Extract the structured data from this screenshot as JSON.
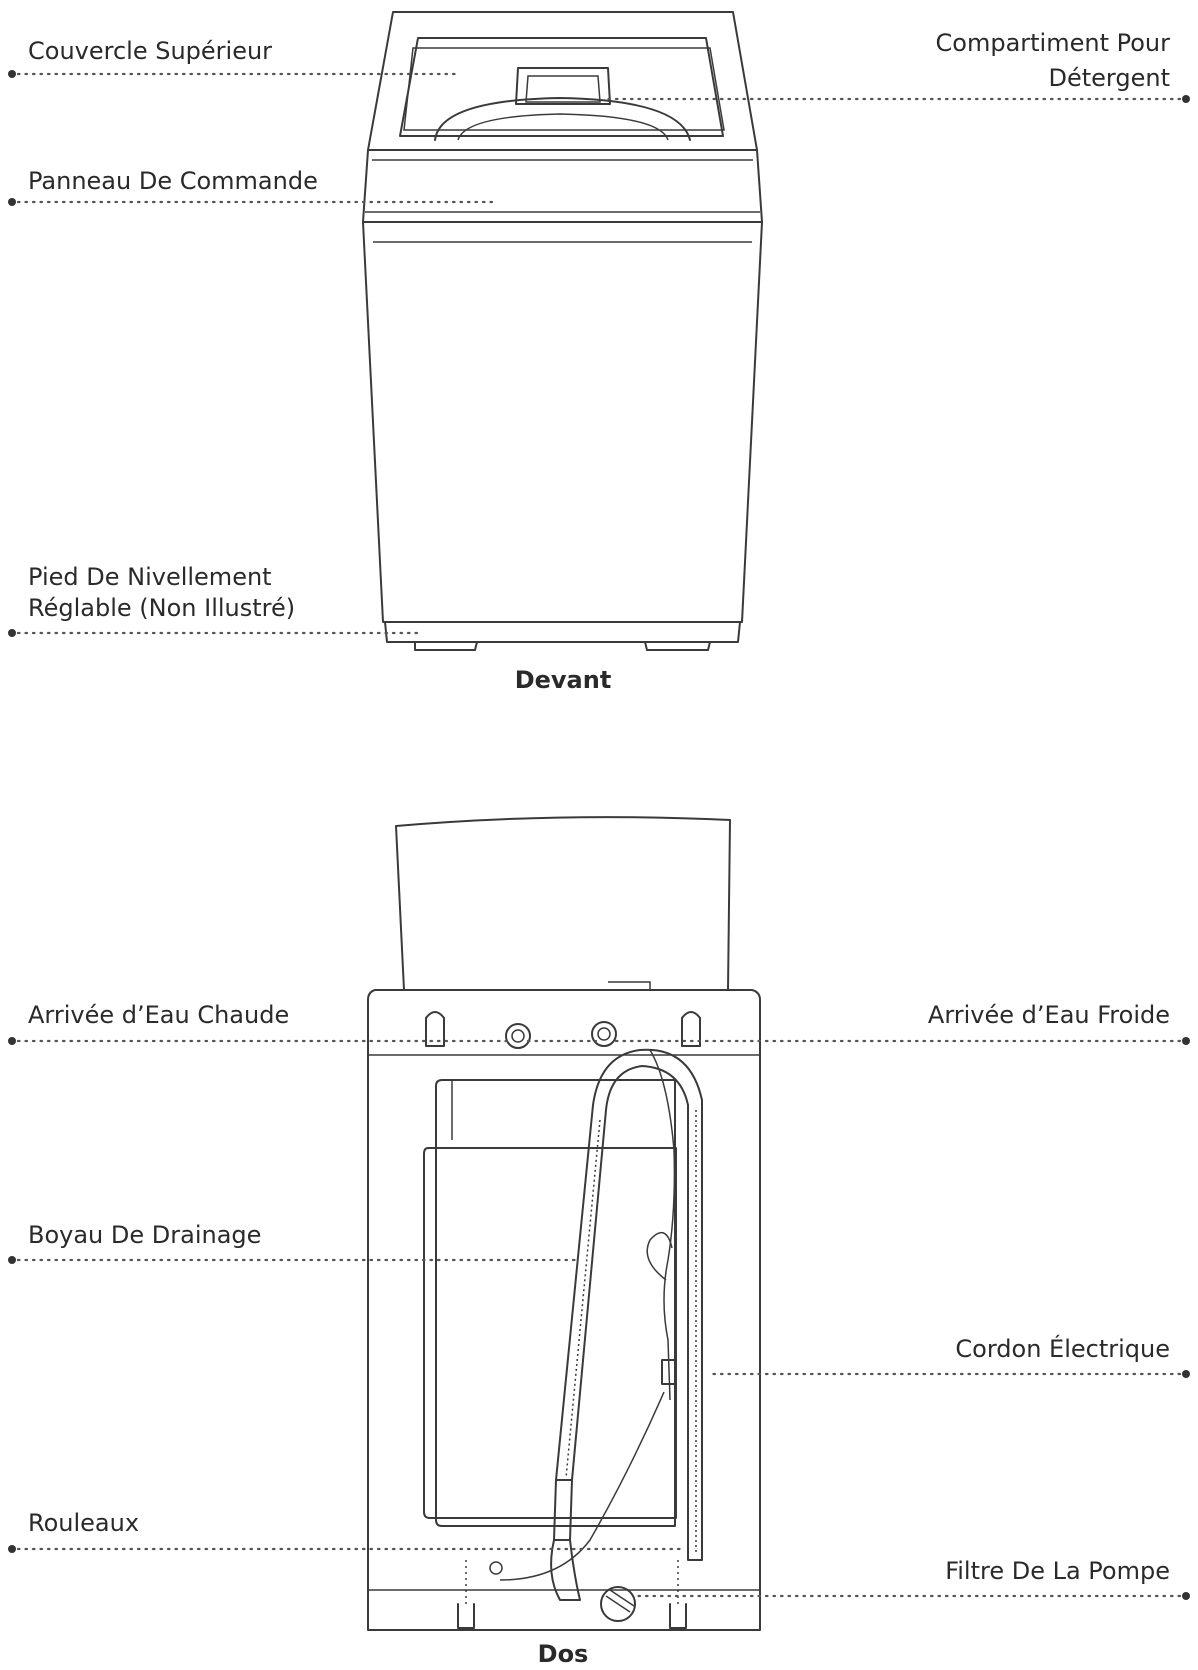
{
  "front": {
    "caption": "Devant",
    "labels": {
      "top_lid": "Couvercle Supérieur",
      "control_panel": "Panneau De Commande",
      "leveling_foot_line1": "Pied De Nivellement",
      "leveling_foot_line2": "Réglable (Non Illustré)",
      "detergent_line1": "Compartiment Pour",
      "detergent_line2": "Détergent"
    }
  },
  "back": {
    "caption": "Dos",
    "labels": {
      "hot_water_inlet": "Arrivée d’Eau Chaude",
      "cold_water_inlet": "Arrivée d’Eau Froide",
      "drain_hose": "Boyau De Drainage",
      "power_cord": "Cordon Électrique",
      "rollers": "Rouleaux",
      "pump_filter": "Filtre De La Pompe"
    }
  }
}
